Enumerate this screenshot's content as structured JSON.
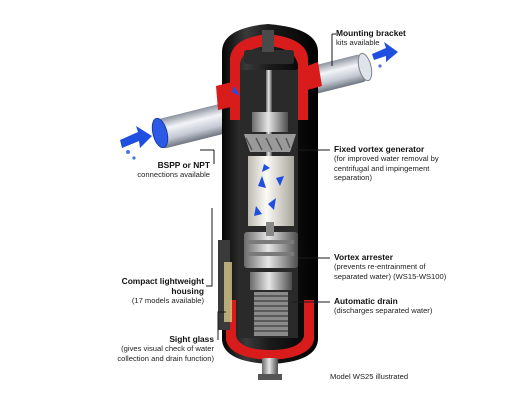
{
  "callouts": {
    "mounting_bracket": {
      "title": "Mounting bracket",
      "desc": "kits available"
    },
    "connections": {
      "title": "BSPP or NPT",
      "desc": "connections available"
    },
    "vortex_generator": {
      "title": "Fixed vortex generator",
      "desc": "(for improved water removal by centrifugal and impingement separation)"
    },
    "vortex_arrester": {
      "title": "Vortex arrester",
      "desc": "(prevents re-entrainment of separated water) (WS15-WS100)"
    },
    "automatic_drain": {
      "title": "Automatic drain",
      "desc": "(discharges separated water)"
    },
    "housing": {
      "title": "Compact lightweight housing",
      "desc": "(17 models available)"
    },
    "sight_glass": {
      "title": "Sight glass",
      "desc": "(gives visual check of water collection and drain function)"
    }
  },
  "caption": "Model WS25 illustrated",
  "colors": {
    "housing_black": "#141414",
    "seal_red": "#d81c1c",
    "flow_blue": "#1f4fe0",
    "pipe_grey": "#c9cdd6",
    "element_white": "#f1f0ea"
  },
  "icons": [
    "flow-arrow-icon"
  ]
}
